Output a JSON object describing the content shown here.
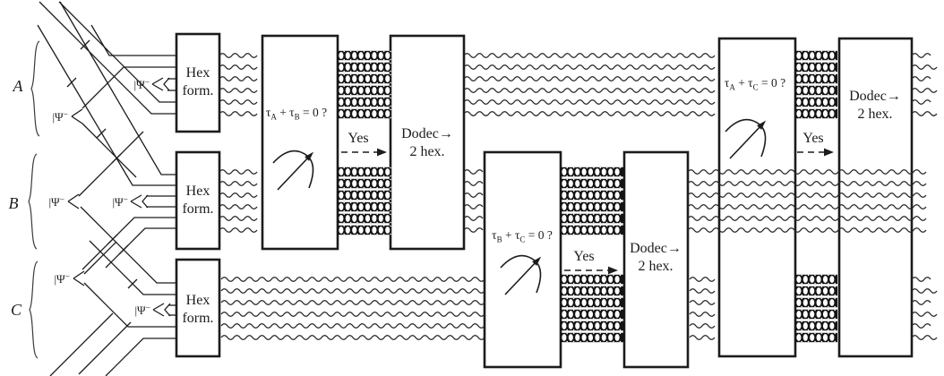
{
  "figure": {
    "background": "#ffffff",
    "line_color": "#1c1c1c",
    "parties": [
      {
        "label": "A"
      },
      {
        "label": "B"
      },
      {
        "label": "C"
      }
    ],
    "bell_state": {
      "base": "|Ψ",
      "sup": "−"
    },
    "hex_box": {
      "line1": "Hex",
      "line2": "form."
    },
    "dodec_box": {
      "line1": "Dodec→",
      "line2": "2 hex."
    },
    "measure_boxes": [
      {
        "tau": "τ",
        "sub1": "A",
        "plus_tau": " + τ",
        "sub2": "B",
        "eq": " = 0 ?",
        "yes": "Yes"
      },
      {
        "tau": "τ",
        "sub1": "B",
        "plus_tau": " + τ",
        "sub2": "C",
        "eq": " = 0 ?",
        "yes": "Yes"
      },
      {
        "tau": "τ",
        "sub1": "A",
        "plus_tau": " + τ",
        "sub2": "C",
        "eq": " = 0 ?",
        "yes": "Yes"
      }
    ],
    "icons": {
      "meter": "measurement-meter-icon",
      "yes_arrow": "dashed-arrow-icon",
      "pair_fan": "pair-splitter-icon",
      "wave": "photon-wavy-line",
      "chain": "entangled-chain-bundle"
    }
  }
}
